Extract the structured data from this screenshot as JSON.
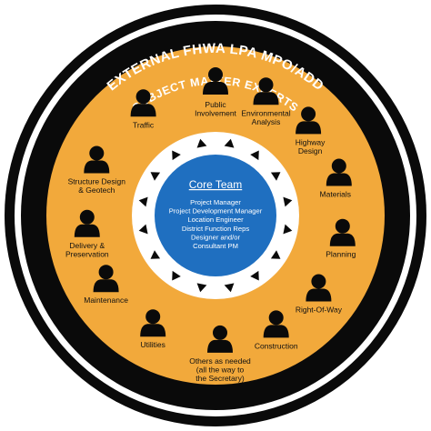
{
  "outer_ring_text": "EXTERNAL FHWA LPA MPO/ADD",
  "sme_ring_text": "SUBJECT MATTER EXPERTS",
  "core": {
    "title": "Core Team",
    "items": [
      "Project Manager",
      "Project Development Manager",
      "Location Engineer",
      "District Function Reps",
      "Designer and/or",
      "Consultant PM"
    ]
  },
  "experts": [
    {
      "label": [
        "Public",
        "Involvement"
      ]
    },
    {
      "label": [
        "Environmental",
        "Analysis"
      ]
    },
    {
      "label": [
        "Highway",
        "Design"
      ]
    },
    {
      "label": [
        "Materials"
      ]
    },
    {
      "label": [
        "Planning"
      ]
    },
    {
      "label": [
        "Right-Of-Way"
      ]
    },
    {
      "label": [
        "Construction"
      ]
    },
    {
      "label": [
        "Others as needed",
        "(all the way to",
        "the Secretary)"
      ]
    },
    {
      "label": [
        "Utilities"
      ]
    },
    {
      "label": [
        "Maintenance"
      ]
    },
    {
      "label": [
        "Delivery &",
        "Preservation"
      ]
    },
    {
      "label": [
        "Structure Design",
        "& Geotech"
      ]
    },
    {
      "label": [
        "Traffic"
      ]
    }
  ],
  "colors": {
    "outer_ring": "#0a0a0a",
    "sme_ring": "#f2a93b",
    "core": "#1f6fc0",
    "person": "#0a0a0a"
  }
}
